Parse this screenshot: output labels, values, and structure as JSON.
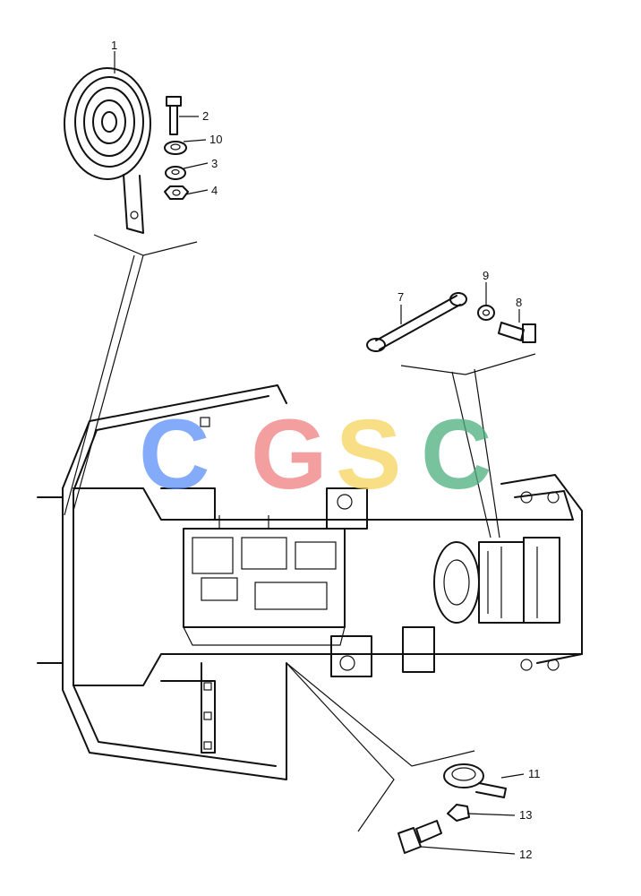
{
  "callouts": [
    {
      "id": "c1",
      "label": "1"
    },
    {
      "id": "c2",
      "label": "2"
    },
    {
      "id": "c10",
      "label": "10"
    },
    {
      "id": "c3",
      "label": "3"
    },
    {
      "id": "c4",
      "label": "4"
    },
    {
      "id": "c7",
      "label": "7"
    },
    {
      "id": "c9",
      "label": "9"
    },
    {
      "id": "c8",
      "label": "8"
    },
    {
      "id": "c11",
      "label": "11"
    },
    {
      "id": "c13",
      "label": "13"
    },
    {
      "id": "c12",
      "label": "12"
    }
  ],
  "watermark": {
    "letters": [
      "C",
      "G",
      "S",
      "C"
    ],
    "colors": [
      "#5b8ff9",
      "#f08080",
      "#f6d35b",
      "#4caf7d"
    ]
  },
  "colors": {
    "line": "#111111",
    "background": "#ffffff"
  }
}
